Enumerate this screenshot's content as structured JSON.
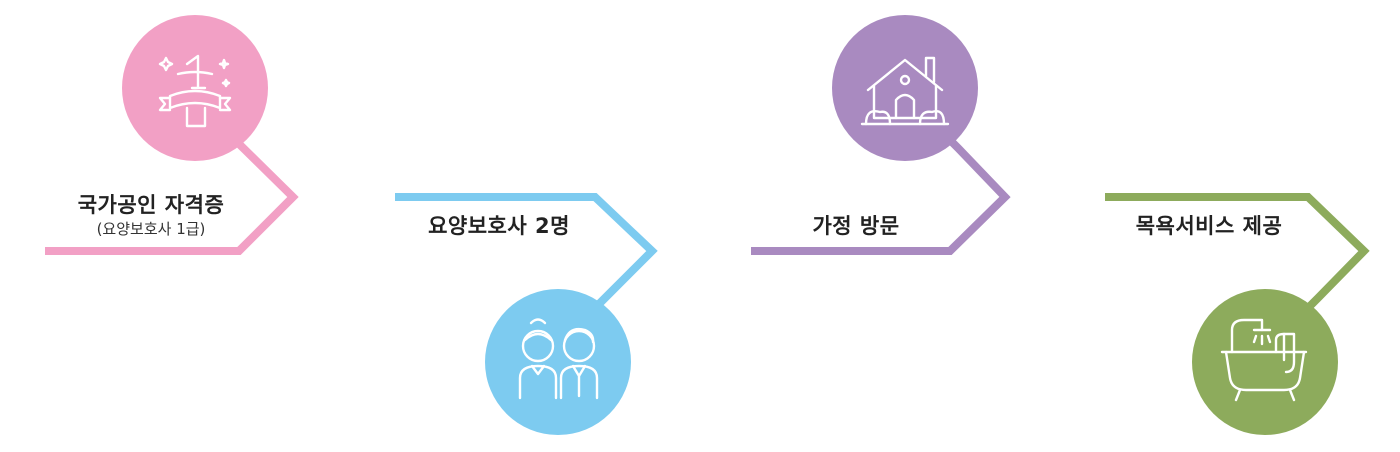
{
  "steps": [
    {
      "label": "국가공인 자격증",
      "sublabel": "(요양보호사 1급)",
      "color": "#f2a0c5",
      "icon": "number-one-ribbon-icon"
    },
    {
      "label": "요양보호사 2명",
      "color": "#7dcbf0",
      "icon": "caregivers-couple-icon"
    },
    {
      "label": "가정 방문",
      "color": "#a98ac0",
      "icon": "house-icon"
    },
    {
      "label": "목욕서비스 제공",
      "color": "#8dab5c",
      "icon": "bathtub-icon"
    }
  ]
}
